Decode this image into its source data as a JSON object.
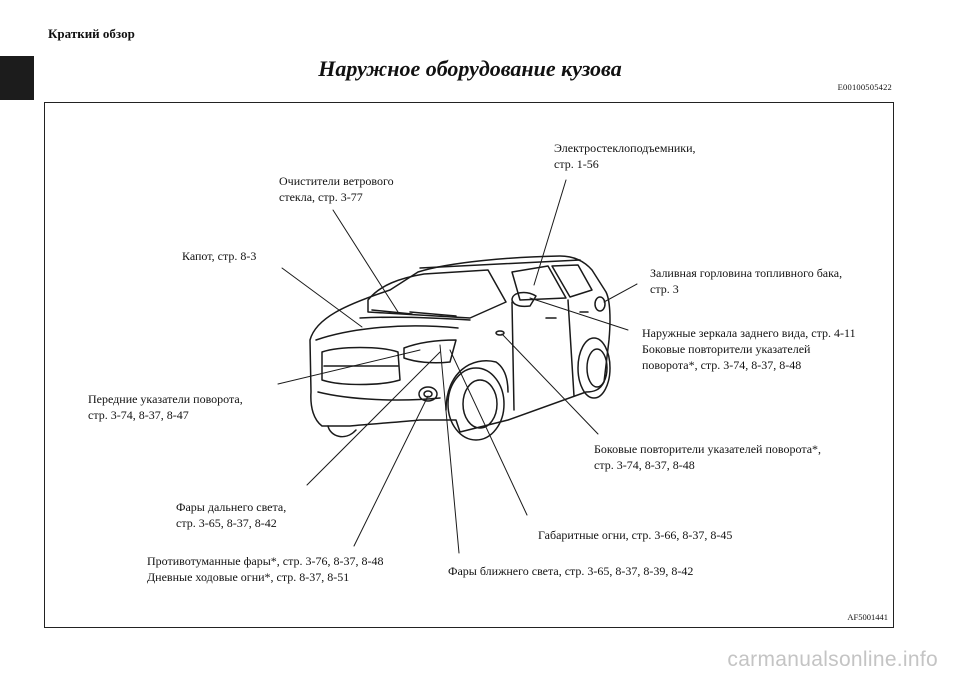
{
  "header": {
    "section_title": "Краткий обзор",
    "page_title": "Наружное оборудование кузова",
    "doc_code": "E00100505422"
  },
  "figure": {
    "code": "AF5001441",
    "labels": {
      "wipers": [
        "Очистители ветрового",
        "стекла, стр. 3-77"
      ],
      "windows": [
        "Электростеклоподъемники,",
        "стр. 1-56"
      ],
      "hood": [
        "Капот, стр. 8-3"
      ],
      "fuel": [
        "Заливная горловина топливного бака,",
        "стр. 3"
      ],
      "mirrors": [
        "Наружные зеркала заднего вида, стр. 4-11",
        "Боковые повторители указателей",
        "поворота*, стр. 3-74, 8-37, 8-48"
      ],
      "front_turn": [
        "Передние указатели поворота,",
        "стр. 3-74, 8-37, 8-47"
      ],
      "side_repeaters": [
        "Боковые повторители указателей поворота*,",
        "стр. 3-74, 8-37, 8-48"
      ],
      "high_beam": [
        "Фары дальнего света,",
        "стр. 3-65, 8-37, 8-42"
      ],
      "position_lamps": [
        "Габаритные огни, стр. 3-66, 8-37, 8-45"
      ],
      "fog_drl": [
        "Противотуманные фары*, стр. 3-76, 8-37, 8-48",
        "Дневные ходовые огни*, стр. 8-37, 8-51"
      ],
      "low_beam": [
        "Фары ближнего света, стр. 3-65, 8-37, 8-39, 8-42"
      ]
    }
  },
  "watermark": "carmanualsonline.info"
}
